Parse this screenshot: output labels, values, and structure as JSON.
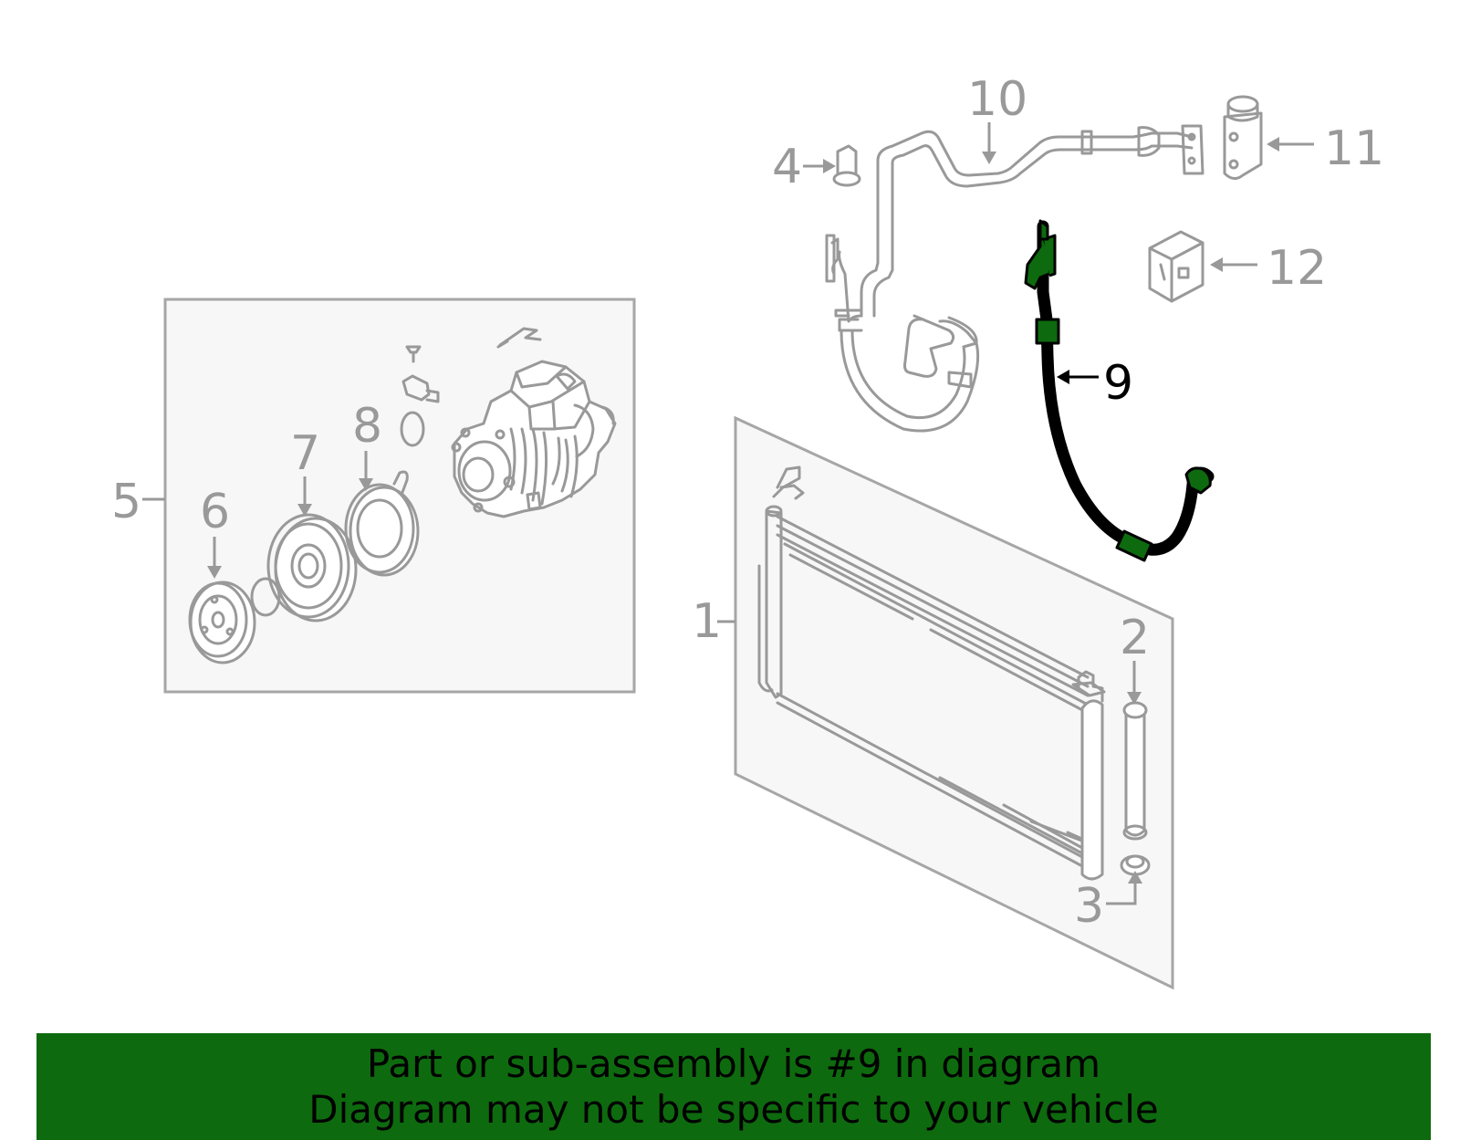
{
  "diagram": {
    "highlight_color": "#0e6a0e",
    "callout_color": "#999999",
    "callouts": {
      "c1": "1",
      "c2": "2",
      "c3": "3",
      "c4": "4",
      "c5": "5",
      "c6": "6",
      "c7": "7",
      "c8": "8",
      "c9": "9",
      "c10": "10",
      "c11": "11",
      "c12": "12"
    }
  },
  "banner": {
    "line1": "Part or sub-assembly is #9 in diagram",
    "line2": "Diagram may not be specific to your vehicle",
    "background": "#0e6a0e"
  }
}
